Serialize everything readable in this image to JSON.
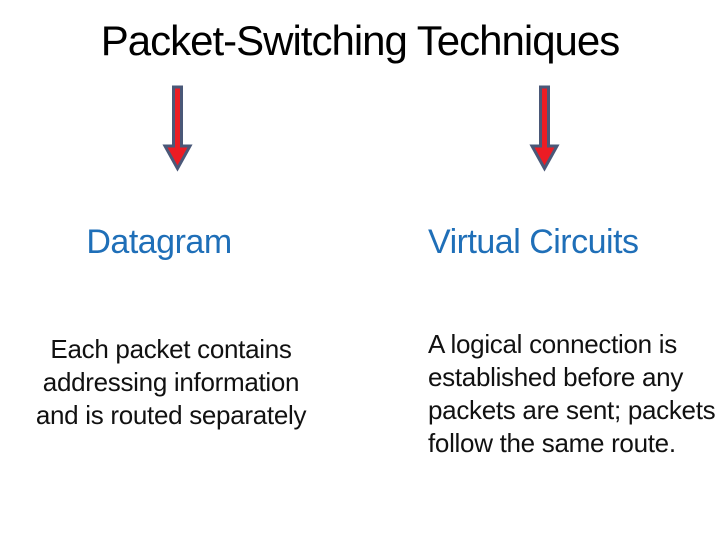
{
  "slide": {
    "title": "Packet-Switching Techniques",
    "columns": [
      {
        "heading": "Datagram",
        "body": "Each packet contains\naddressing information\nand is routed separately"
      },
      {
        "heading": "Virtual Circuits",
        "body": "A logical connection is\nestablished before any\npackets are sent; packets\nfollow the same route."
      }
    ],
    "icons": [
      {
        "name": "down-arrow-icon",
        "description": "red down arrow with dark slate outline"
      },
      {
        "name": "down-arrow-icon",
        "description": "red down arrow with dark slate outline"
      }
    ],
    "colors": {
      "background": "#ffffff",
      "title_text": "#000000",
      "heading_text": "#1f6fb8",
      "body_text": "#111111",
      "arrow_fill": "#ec1c24",
      "arrow_outline": "#4a5878"
    }
  }
}
